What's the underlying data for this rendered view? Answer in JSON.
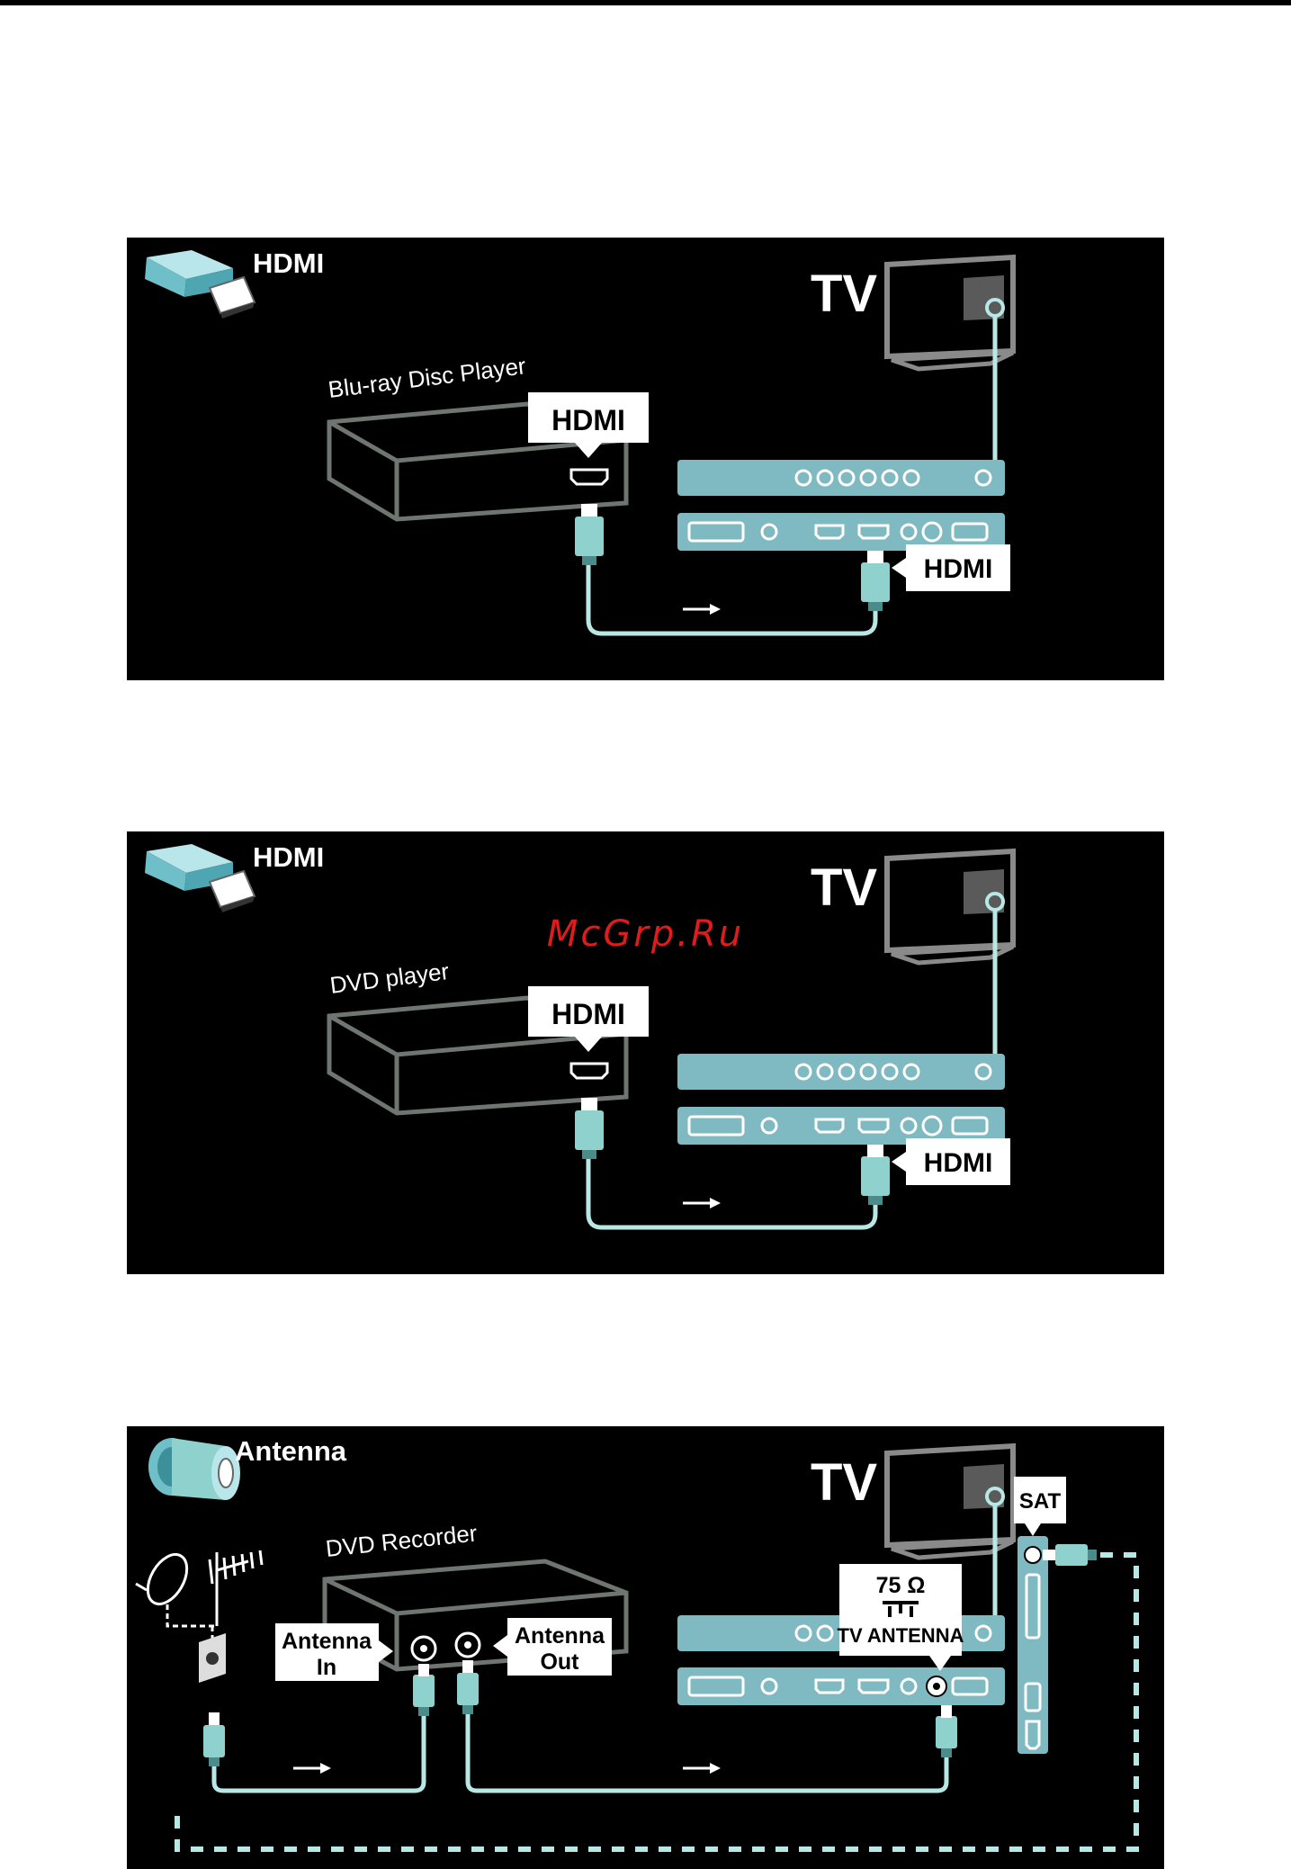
{
  "watermark": "McGrp.Ru",
  "panels": [
    {
      "section_title": "HDMI",
      "tv_label": "TV",
      "device_label": "Blu-ray Disc Player",
      "device_port_label": "HDMI",
      "tv_port_label": "HDMI"
    },
    {
      "section_title": "HDMI",
      "tv_label": "TV",
      "device_label": "DVD player",
      "device_port_label": "HDMI",
      "tv_port_label": "HDMI"
    },
    {
      "section_title": "Antenna",
      "tv_label": "TV",
      "device_label": "DVD Recorder",
      "antenna_in_line1": "Antenna",
      "antenna_in_line2": "In",
      "antenna_out_line1": "Antenna",
      "antenna_out_line2": "Out",
      "ohm_label": "75 Ω",
      "tv_antenna_label": "TV ANTENNA",
      "sat_label": "SAT"
    }
  ],
  "colors": {
    "background": "#000000",
    "device_outline": "#6f7571",
    "connector": "#8fd1cc",
    "cable": "#b8e8e5",
    "panel_bar": "#7fb9c1",
    "label_box": "#ffffff",
    "watermark": "#e01b1b"
  }
}
